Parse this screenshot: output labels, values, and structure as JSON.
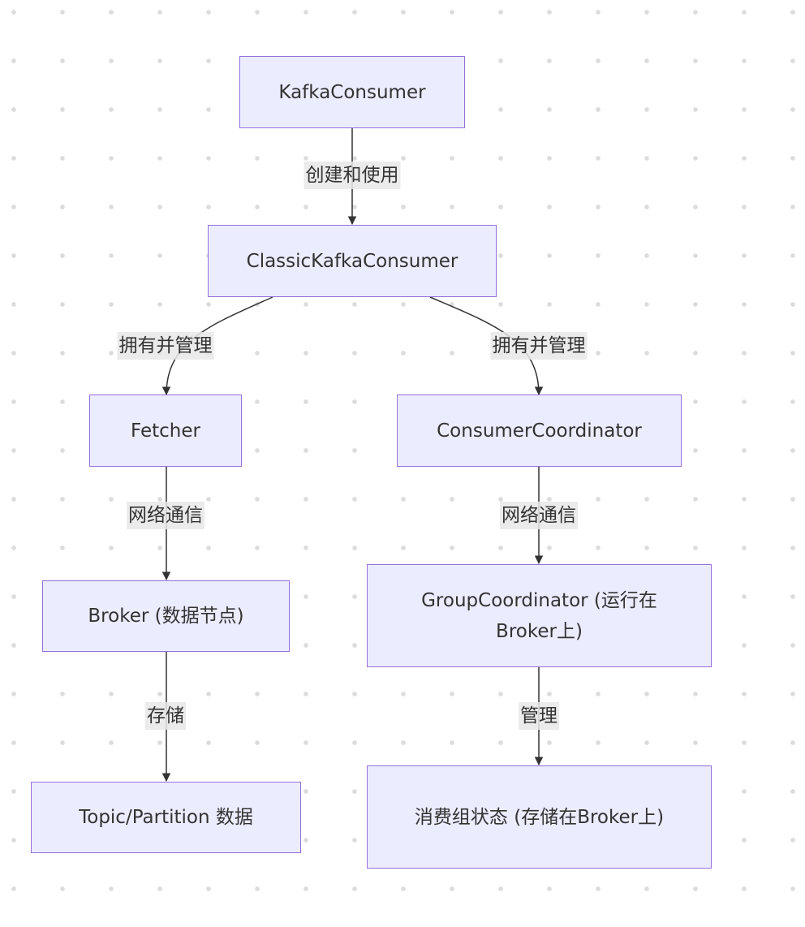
{
  "colors": {
    "node_fill": "#ECECFF",
    "node_border": "#9370DB",
    "edge": "#333333",
    "label_bg": "#E8E8E8"
  },
  "nodes": {
    "kafka_consumer": "KafkaConsumer",
    "classic_consumer": "ClassicKafkaConsumer",
    "fetcher": "Fetcher",
    "consumer_coordinator": "ConsumerCoordinator",
    "broker": "Broker (数据节点)",
    "group_coordinator": "GroupCoordinator (运行在Broker上)",
    "topic_partition": "Topic/Partition 数据",
    "group_state": "消费组状态 (存储在Broker上)"
  },
  "edges": {
    "create_use": "创建和使用",
    "own_manage_left": "拥有并管理",
    "own_manage_right": "拥有并管理",
    "network_left": "网络通信",
    "network_right": "网络通信",
    "storage": "存储",
    "manage": "管理"
  }
}
